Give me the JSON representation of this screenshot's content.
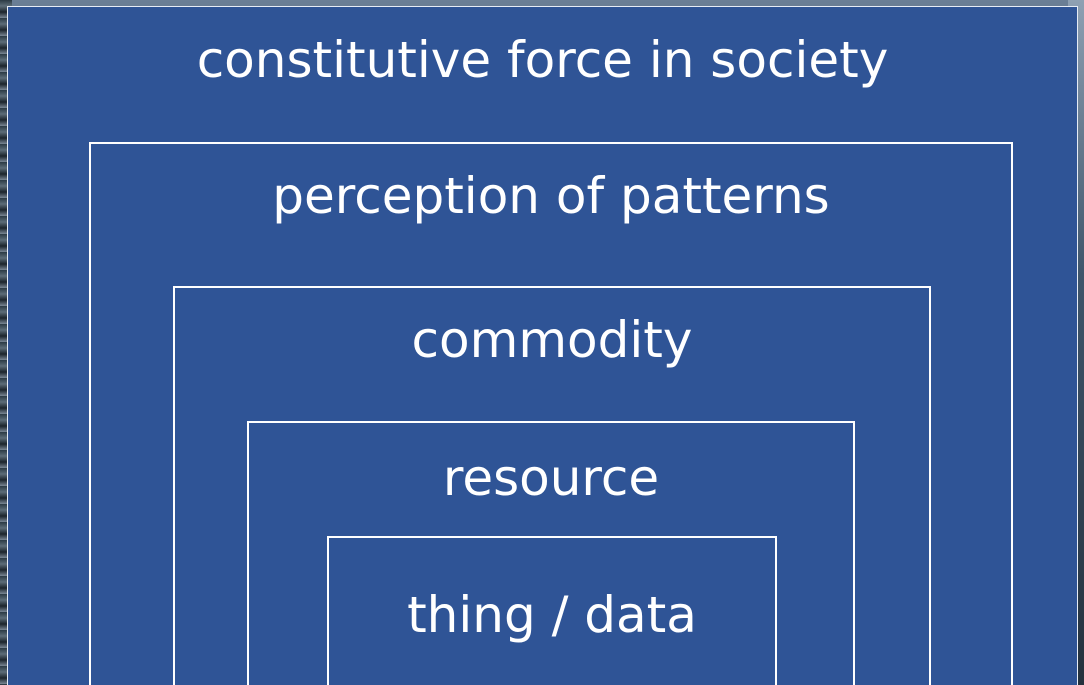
{
  "layers": [
    {
      "label": "constitutive force in society"
    },
    {
      "label": "perception of patterns"
    },
    {
      "label": "commodity"
    },
    {
      "label": "resource"
    },
    {
      "label": "thing / data"
    }
  ]
}
